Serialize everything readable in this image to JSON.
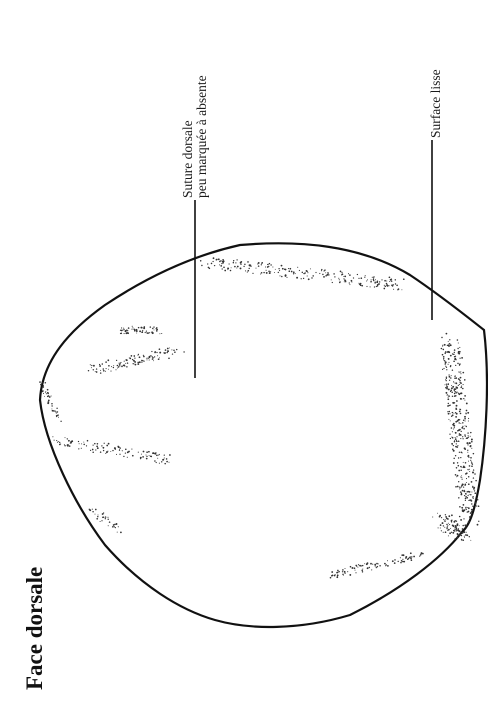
{
  "figure": {
    "title": "Face dorsale",
    "labels": {
      "suture_line1": "Suture dorsale",
      "suture_line2": "peu marquée à absente",
      "surface": "Surface lisse"
    },
    "colors": {
      "outline": "#111111",
      "stipple": "#333333",
      "background": "#ffffff"
    }
  }
}
